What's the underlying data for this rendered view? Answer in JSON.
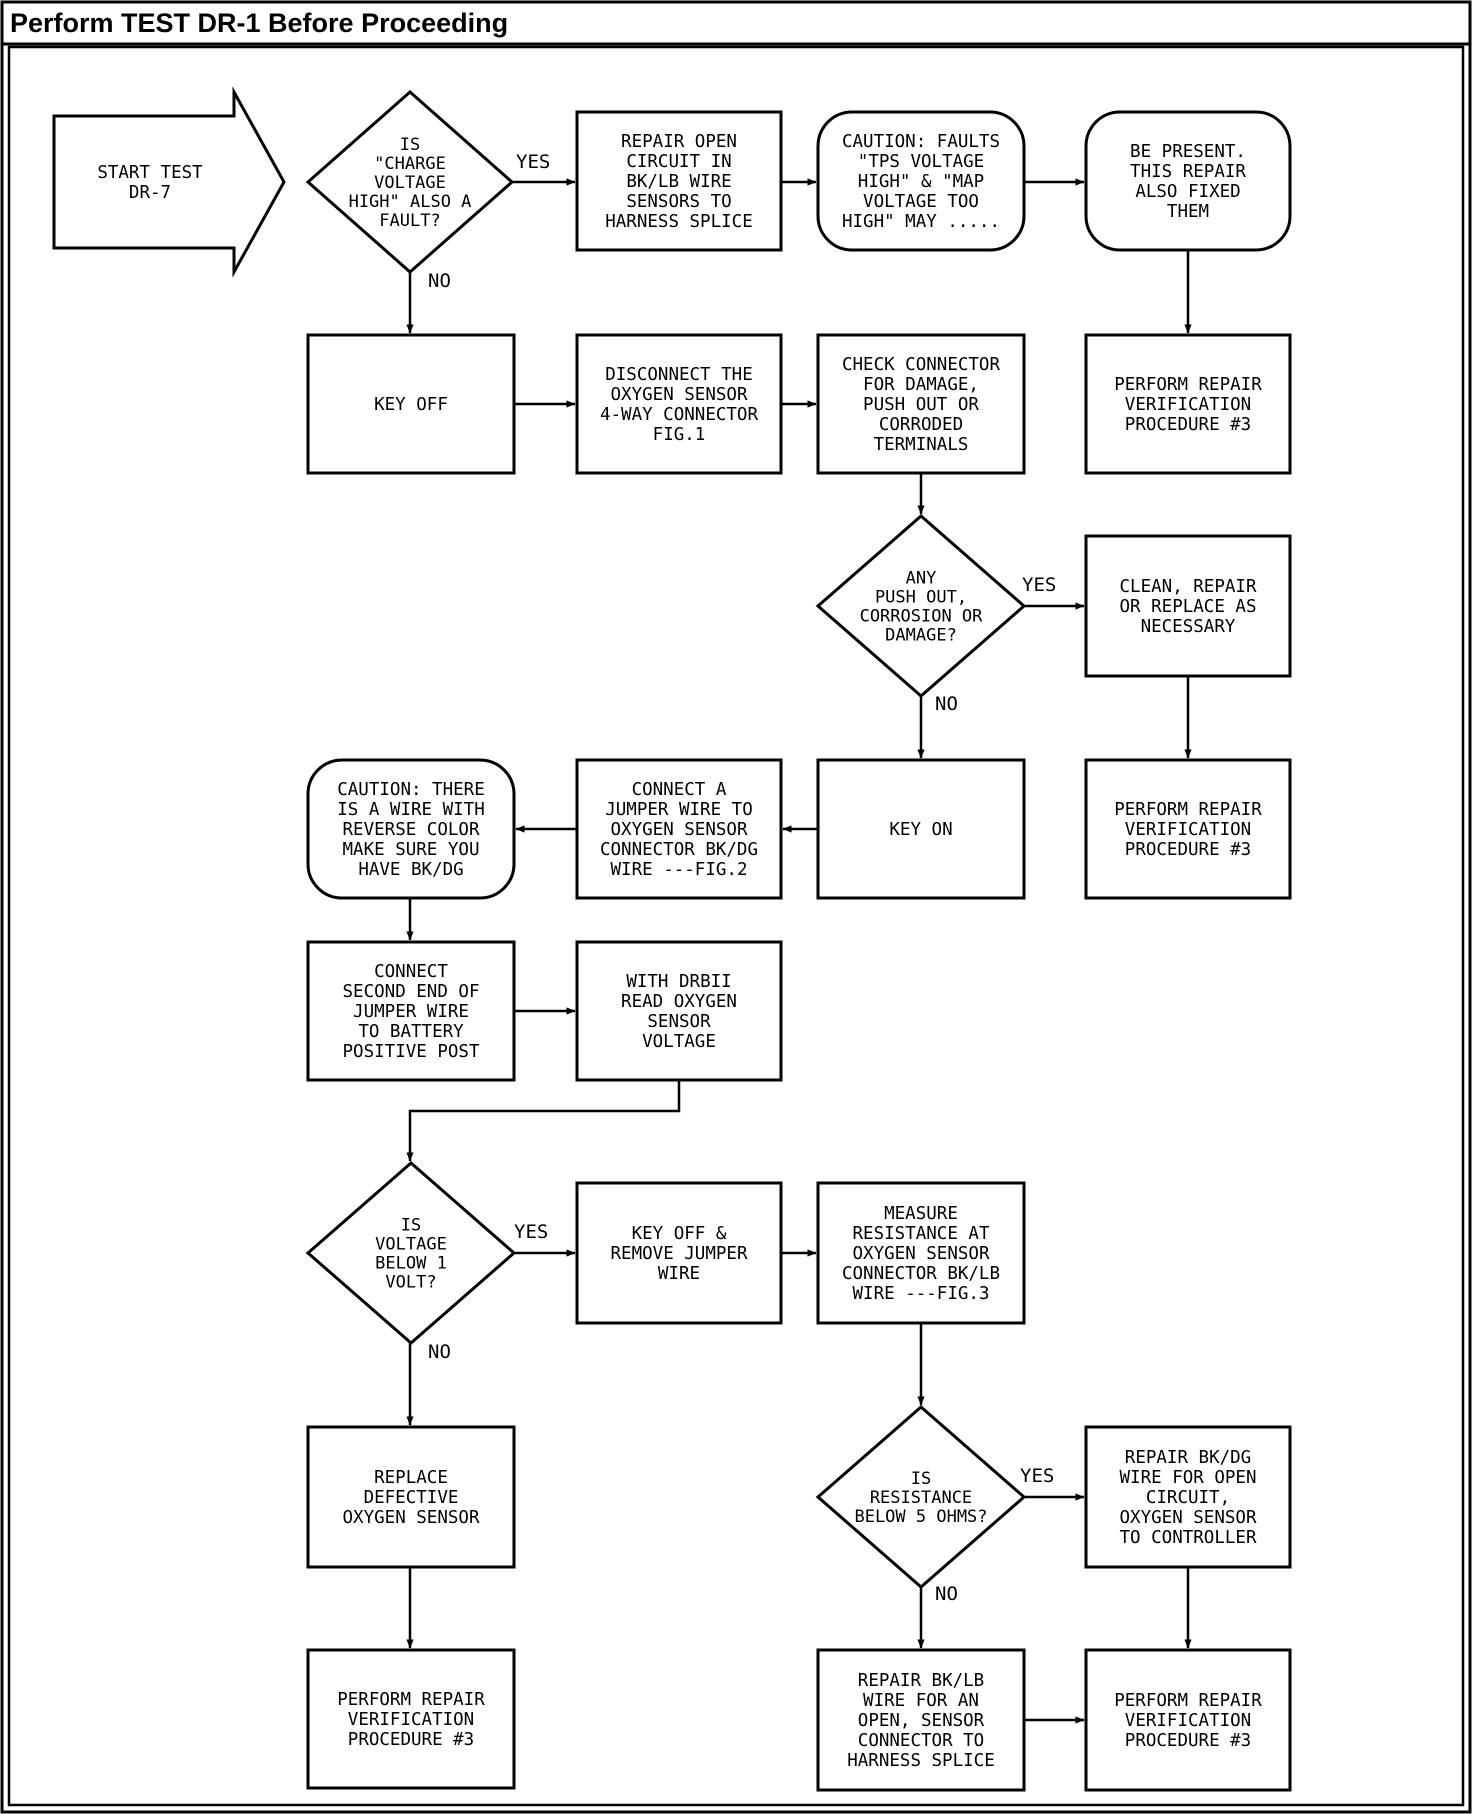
{
  "header": {
    "title": "Perform TEST DR-1 Before Proceeding"
  },
  "nodes": {
    "start": [
      "START TEST",
      "DR-7"
    ],
    "d_charge": [
      "IS",
      "\"CHARGE",
      "VOLTAGE",
      "HIGH\" ALSO A",
      "FAULT?"
    ],
    "repair_open": [
      "REPAIR OPEN",
      "CIRCUIT IN",
      "BK/LB WIRE",
      "SENSORS TO",
      "HARNESS SPLICE"
    ],
    "caution_faults": [
      "CAUTION: FAULTS",
      "\"TPS VOLTAGE",
      "HIGH\" & \"MAP",
      "VOLTAGE TOO",
      "HIGH\" MAY ....."
    ],
    "be_present": [
      "BE PRESENT.",
      "THIS REPAIR",
      "ALSO FIXED",
      "THEM"
    ],
    "perform_1": [
      "PERFORM REPAIR",
      "VERIFICATION",
      "PROCEDURE #3"
    ],
    "key_off": [
      "KEY OFF"
    ],
    "disconnect": [
      "DISCONNECT THE",
      "OXYGEN SENSOR",
      "4-WAY CONNECTOR",
      "FIG.1"
    ],
    "check_conn": [
      "CHECK CONNECTOR",
      "FOR DAMAGE,",
      "PUSH OUT OR",
      "CORRODED",
      "TERMINALS"
    ],
    "d_pushout": [
      "ANY",
      "PUSH OUT,",
      "CORROSION OR",
      "DAMAGE?"
    ],
    "clean": [
      "CLEAN, REPAIR",
      "OR REPLACE AS",
      "NECESSARY"
    ],
    "perform_2": [
      "PERFORM REPAIR",
      "VERIFICATION",
      "PROCEDURE #3"
    ],
    "key_on": [
      "KEY ON"
    ],
    "connect_jumper": [
      "CONNECT A",
      "JUMPER WIRE TO",
      "OXYGEN SENSOR",
      "CONNECTOR BK/DG",
      "WIRE ---FIG.2"
    ],
    "caution_wire": [
      "CAUTION: THERE",
      "IS A WIRE WITH",
      "REVERSE COLOR",
      "MAKE SURE YOU",
      "HAVE BK/DG"
    ],
    "connect_second": [
      "CONNECT",
      "SECOND END OF",
      "JUMPER WIRE",
      "TO BATTERY",
      "POSITIVE POST"
    ],
    "with_drbii": [
      "WITH DRBII",
      "READ OXYGEN",
      "SENSOR",
      "VOLTAGE"
    ],
    "d_voltage": [
      "IS",
      "VOLTAGE",
      "BELOW 1",
      "VOLT?"
    ],
    "key_off_remove": [
      "KEY OFF &",
      "REMOVE JUMPER",
      "WIRE"
    ],
    "measure": [
      "MEASURE",
      "RESISTANCE AT",
      "OXYGEN SENSOR",
      "CONNECTOR BK/LB",
      "WIRE ---FIG.3"
    ],
    "replace": [
      "REPLACE",
      "DEFECTIVE",
      "OXYGEN SENSOR"
    ],
    "d_resistance": [
      "IS",
      "RESISTANCE",
      "BELOW 5 OHMS?"
    ],
    "repair_bkdg": [
      "REPAIR BK/DG",
      "WIRE FOR OPEN",
      "CIRCUIT,",
      "OXYGEN SENSOR",
      "TO CONTROLLER"
    ],
    "perform_3": [
      "PERFORM REPAIR",
      "VERIFICATION",
      "PROCEDURE #3"
    ],
    "repair_bklb": [
      "REPAIR BK/LB",
      "WIRE FOR AN",
      "OPEN, SENSOR",
      "CONNECTOR TO",
      "HARNESS SPLICE"
    ],
    "perform_4": [
      "PERFORM REPAIR",
      "VERIFICATION",
      "PROCEDURE #3"
    ]
  },
  "edge_labels": {
    "d_charge_yes": "YES",
    "d_charge_no": "NO",
    "d_pushout_yes": "YES",
    "d_pushout_no": "NO",
    "d_voltage_yes": "YES",
    "d_voltage_no": "NO",
    "d_resistance_yes": "YES",
    "d_resistance_no": "NO"
  }
}
